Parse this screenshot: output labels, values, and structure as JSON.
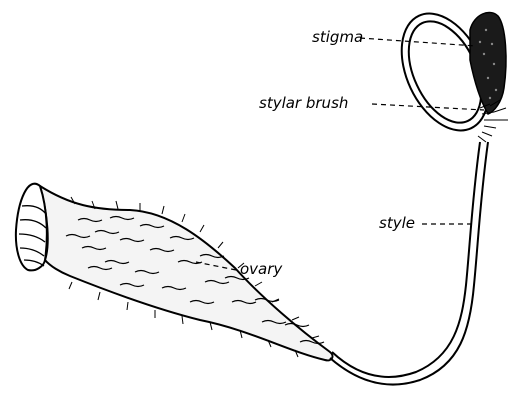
{
  "labels": {
    "stigma": "stigma",
    "stylar_brush": "stylar brush",
    "style": "style",
    "ovary": "ovary"
  }
}
